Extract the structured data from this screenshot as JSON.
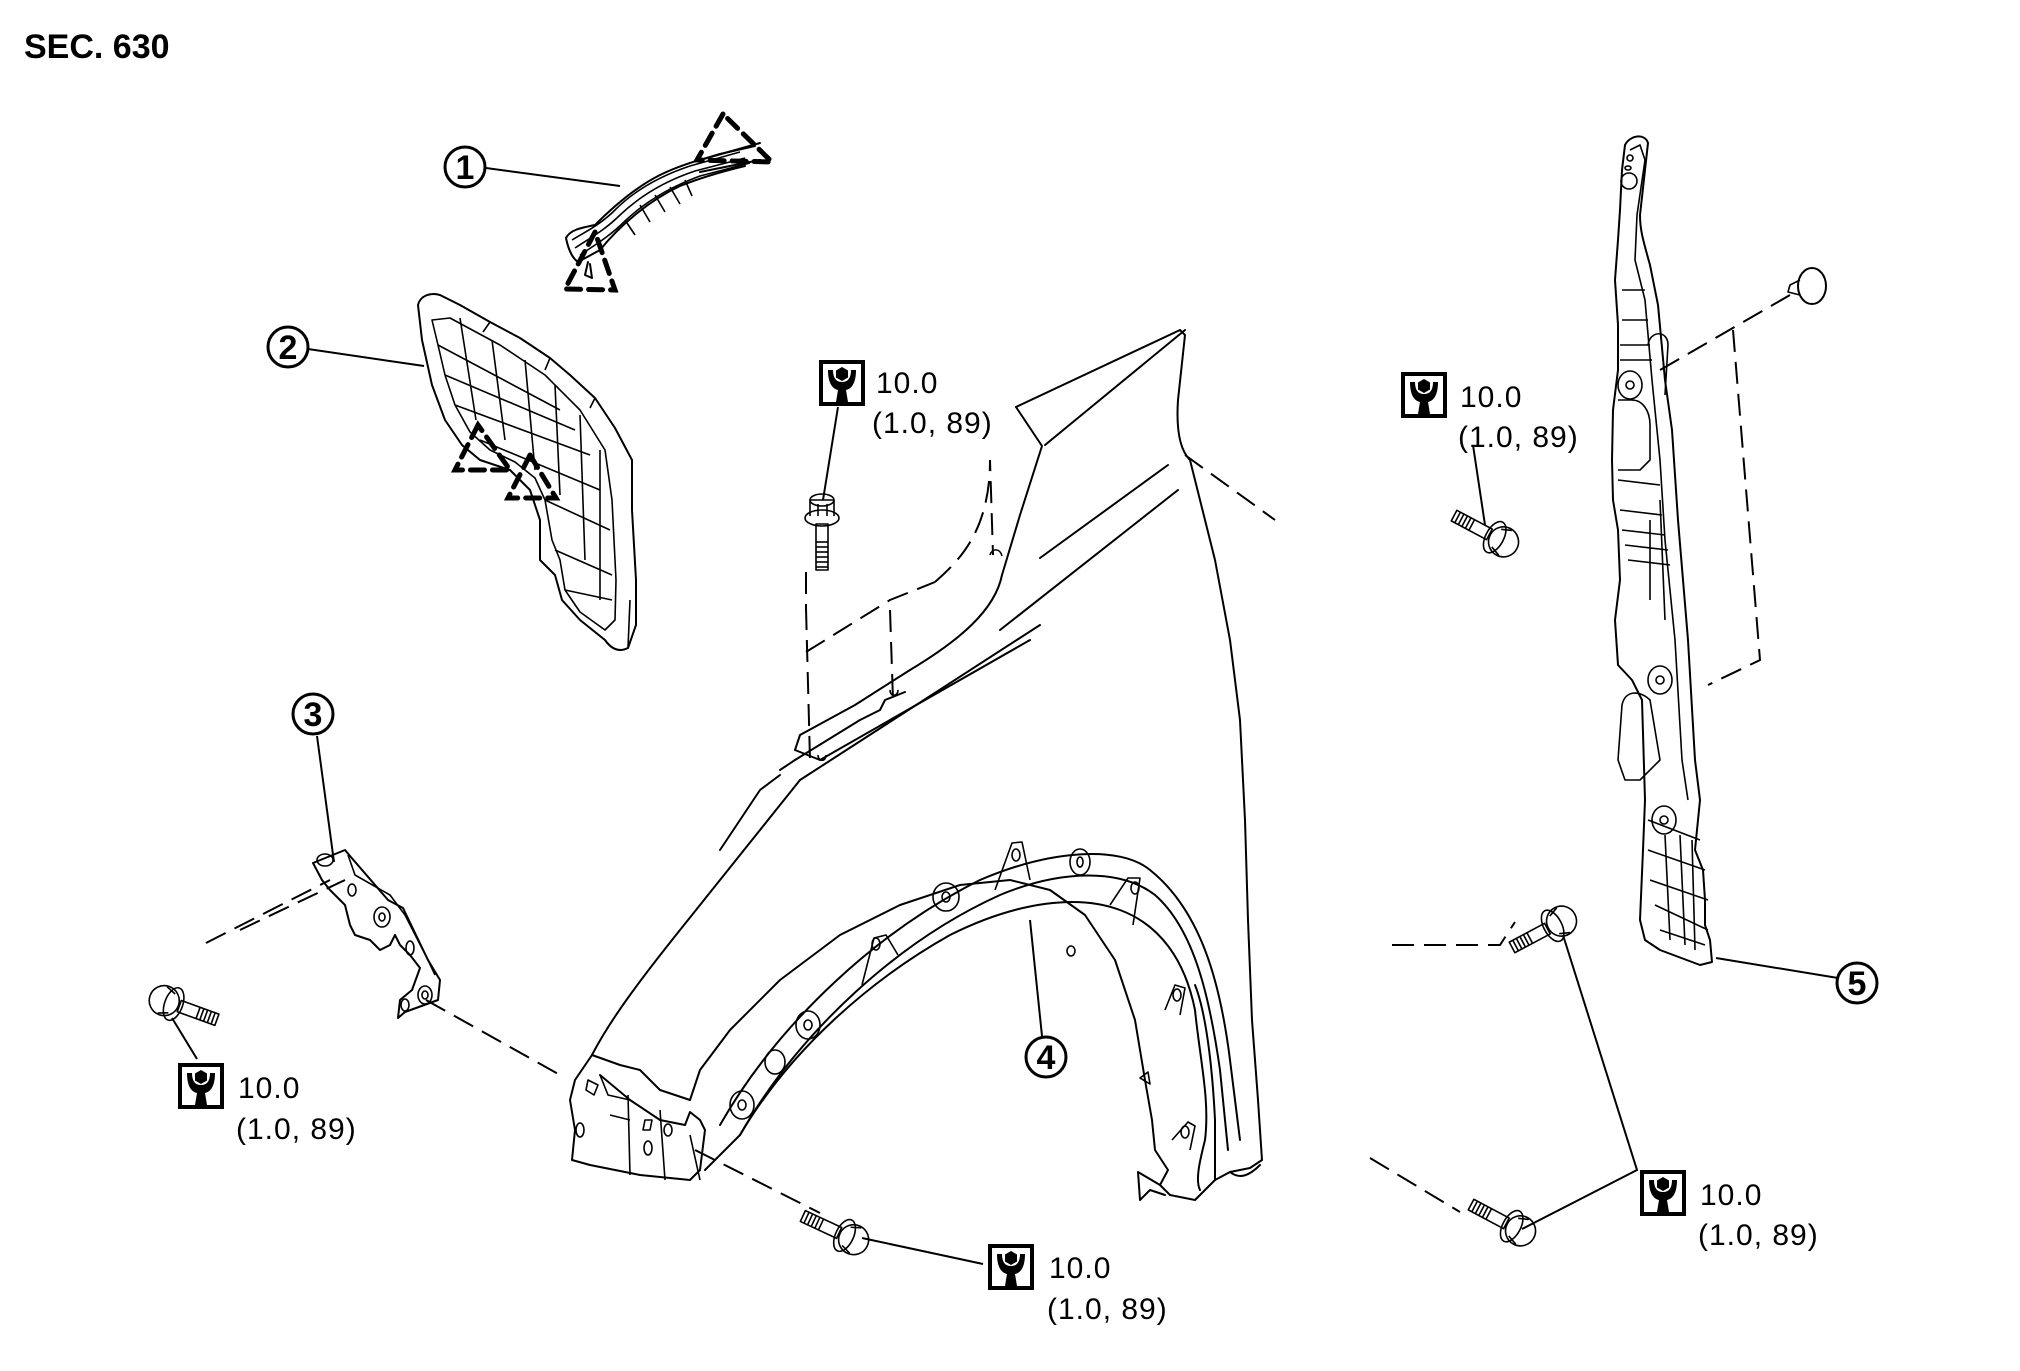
{
  "section_label": "SEC. 630",
  "callouts": [
    {
      "number": "1",
      "part": "fender-side-seal-upper"
    },
    {
      "number": "2",
      "part": "fender-protector-seal"
    },
    {
      "number": "3",
      "part": "fender-bracket"
    },
    {
      "number": "4",
      "part": "front-fender"
    },
    {
      "number": "5",
      "part": "fender-side-seal-rear"
    }
  ],
  "torque_specs": [
    {
      "id": "torque-upper-center",
      "value": "10.0",
      "alt": "(1.0, 89)",
      "icon": "torque-wrench-icon"
    },
    {
      "id": "torque-upper-right",
      "value": "10.0",
      "alt": "(1.0, 89)",
      "icon": "torque-wrench-icon"
    },
    {
      "id": "torque-left",
      "value": "10.0",
      "alt": "(1.0, 89)",
      "icon": "torque-wrench-icon"
    },
    {
      "id": "torque-bottom-center",
      "value": "10.0",
      "alt": "(1.0, 89)",
      "icon": "torque-wrench-icon"
    },
    {
      "id": "torque-bottom-right",
      "value": "10.0",
      "alt": "(1.0, 89)",
      "icon": "torque-wrench-icon"
    }
  ],
  "clip_markers": [
    "clip-triangle-1a",
    "clip-triangle-1b",
    "clip-triangle-2a",
    "clip-triangle-2b"
  ]
}
